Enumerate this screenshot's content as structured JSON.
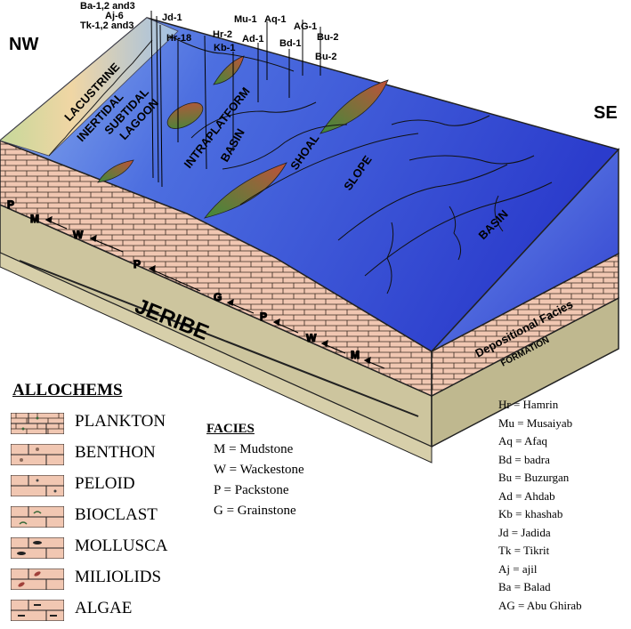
{
  "orientation": {
    "nw": "NW",
    "se": "SE"
  },
  "wells": [
    "Ba-1,2 and3",
    "Aj-6",
    "Tk-1,2 and3",
    "Jd-1",
    "Hr-18",
    "Hr-2",
    "Kb-1",
    "Mu-1",
    "Ad-1",
    "Aq-1",
    "Bd-1",
    "AG-1",
    "Bu-2",
    "Bu-2"
  ],
  "zones": {
    "lacustrine": "LACUSTRINE",
    "intertidal": "INERTIDAL",
    "subtidal": "SUBTIDAL",
    "lagoon": "LAGOON",
    "intraplatform": "INTRAPLATFORM",
    "basin_inner": "BASIN",
    "shoal": "SHOAL",
    "slope": "SLOPE",
    "basin_outer": "BASIN"
  },
  "formation": {
    "name": "JERIBE",
    "facies_label": "Depositional Facies",
    "formation_label": "FORMATION"
  },
  "sequence_left": [
    "P",
    "M",
    "W",
    "P",
    "G",
    "P",
    "W",
    "M"
  ],
  "allochems_title": "ALLOCHEMS",
  "allochems": [
    "PLANKTON",
    "BENTHON",
    "PELOID",
    "BIOCLAST",
    "MOLLUSCA",
    "MILIOLIDS",
    "ALGAE"
  ],
  "facies_title": "FACIES",
  "facies": [
    "M = Mudstone",
    "W = Wackestone",
    "P = Packstone",
    "G = Grainstone"
  ],
  "abbreviations": [
    "Hr = Hamrin",
    "Mu = Musaiyab",
    "Aq = Afaq",
    "Bd = badra",
    "Bu = Buzurgan",
    "Ad = Ahdab",
    "Kb = khashab",
    "Jd = Jadida",
    "Tk = Tikrit",
    "Aj = ajil",
    "Ba = Balad",
    "AG = Abu Ghirab"
  ],
  "colors": {
    "water_deep": "#2f3fd0",
    "water_light": "#6a8de8",
    "brick": "#f1c7b2",
    "base": "#c9c19a"
  }
}
